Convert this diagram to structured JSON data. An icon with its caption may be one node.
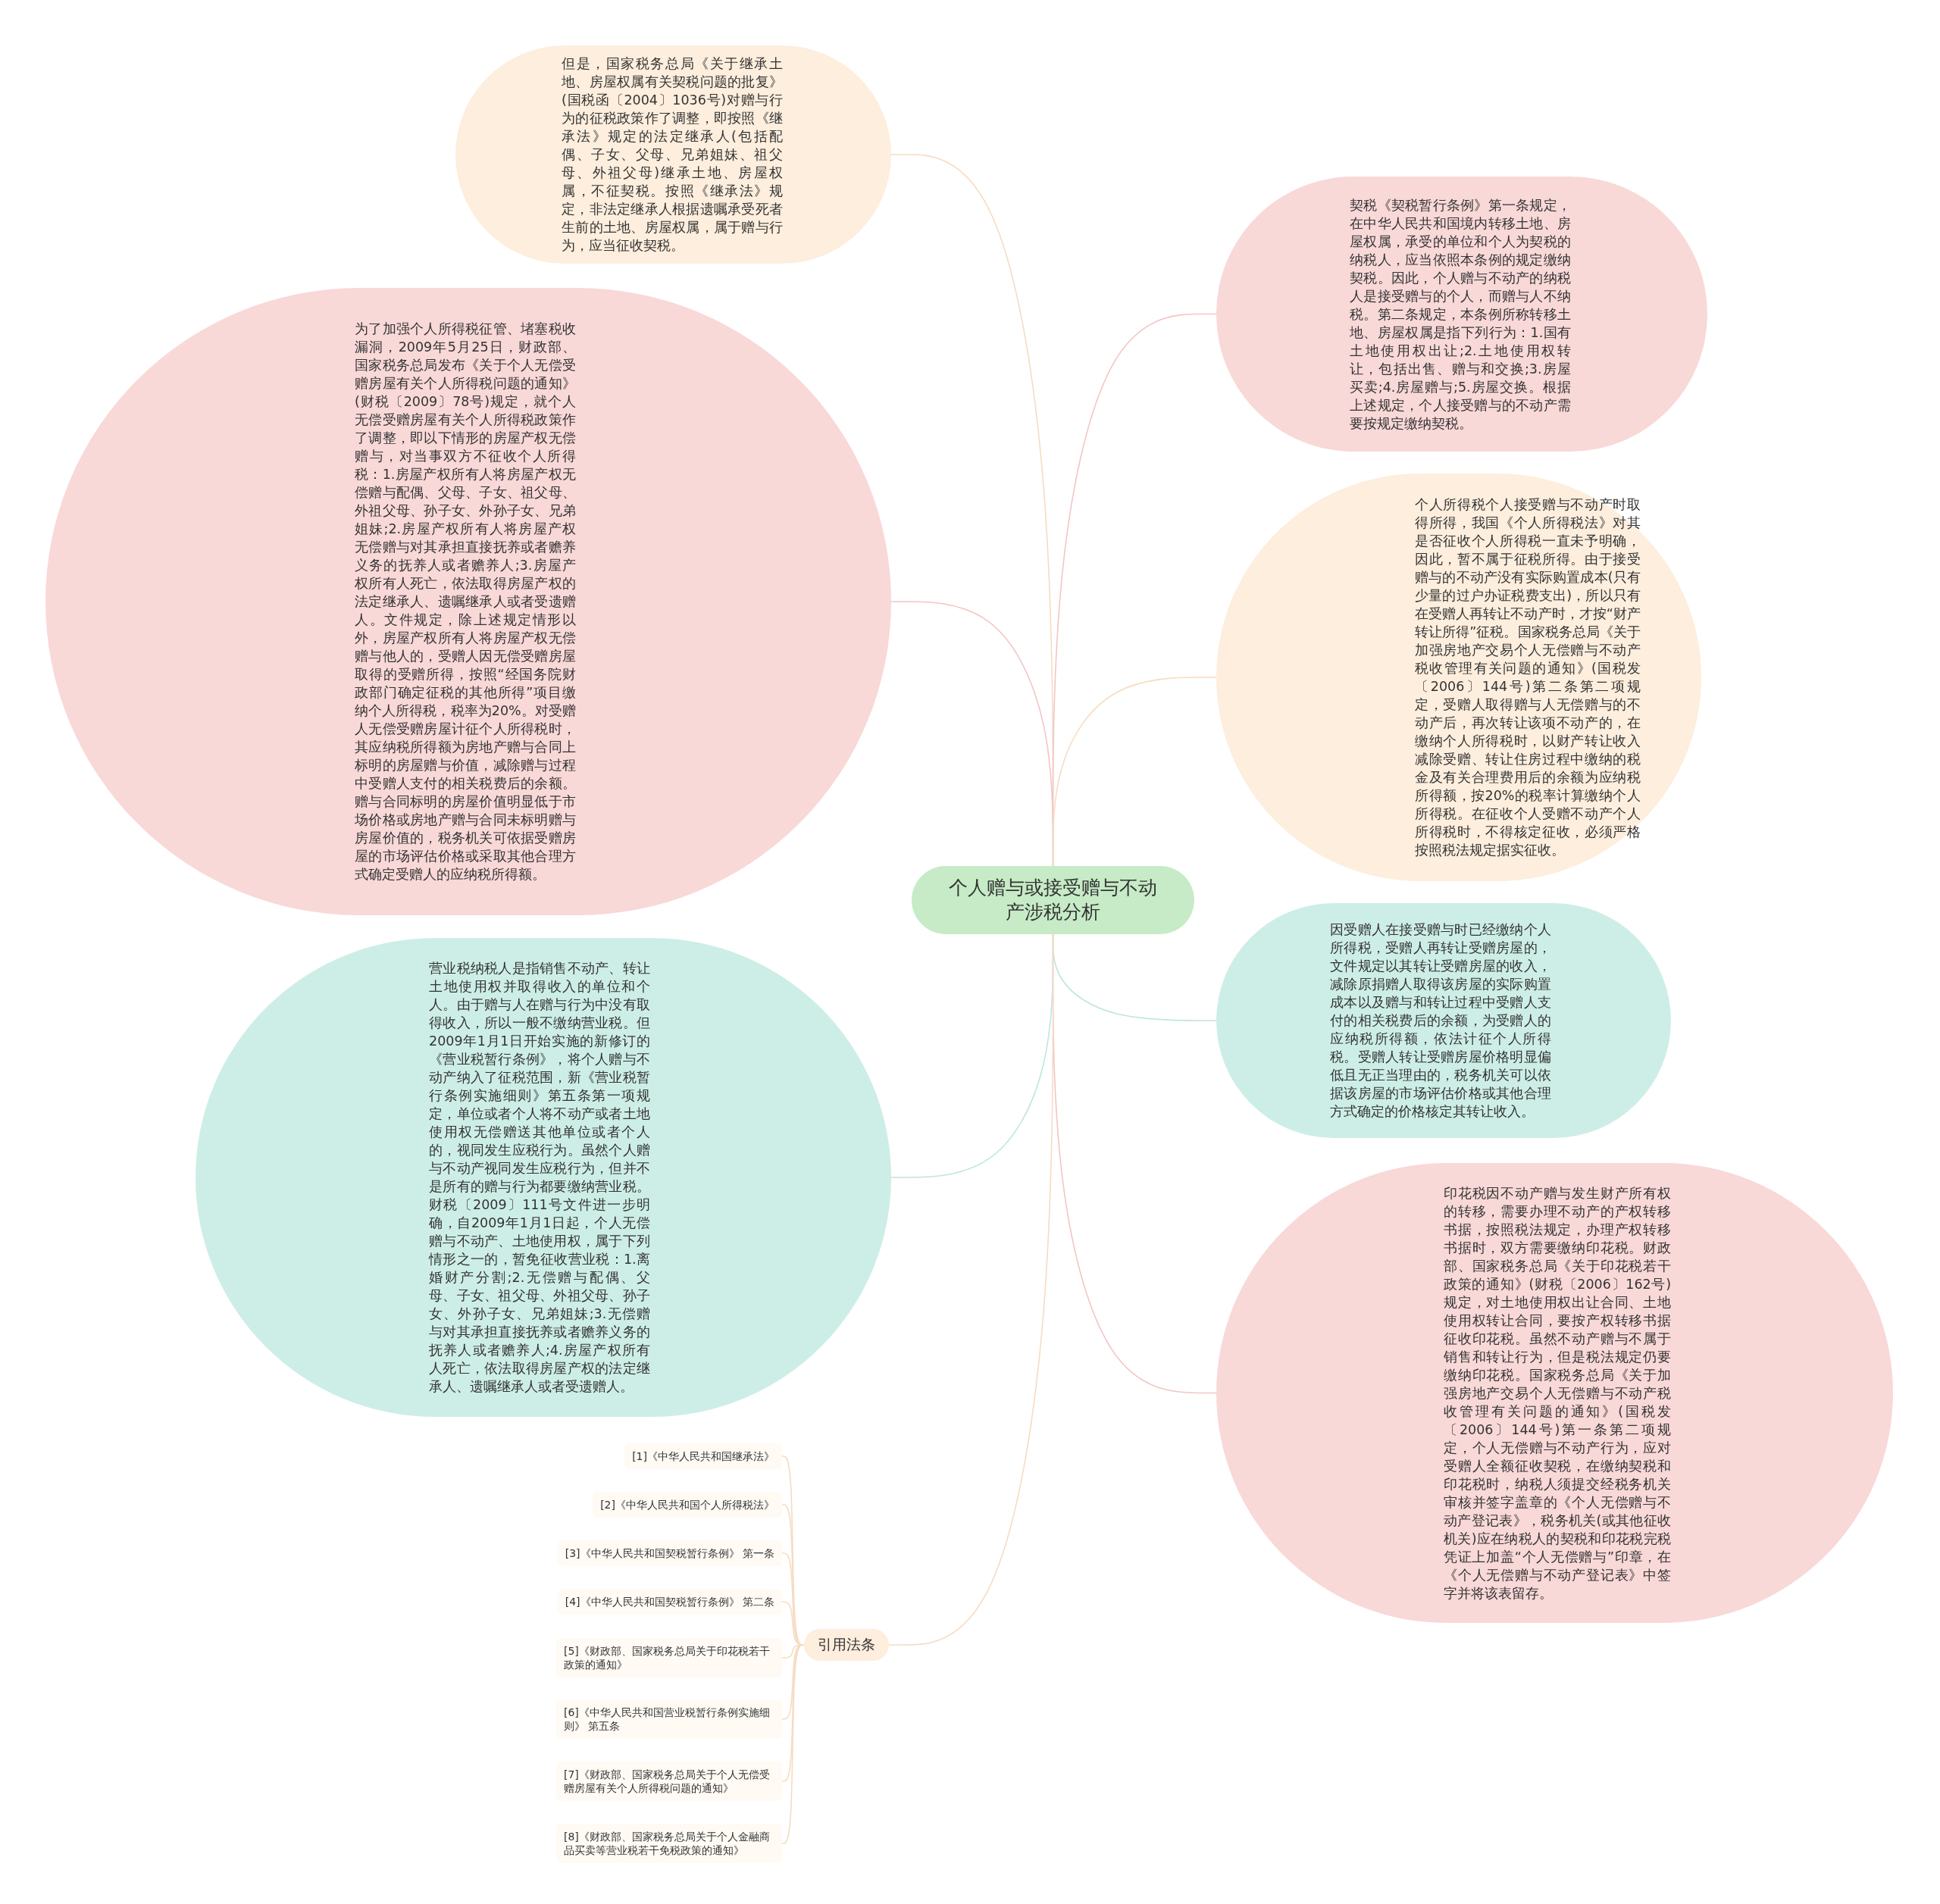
{
  "diagram": {
    "nodes": [
      {
        "text": [
          "个人赠与或接受赠与不动产涉税分析"
        ]
      },
      {
        "text": [
          "但是，国家税务总局《关于继承土地、房屋权属有关契税问题的批复》(国税函〔2004〕1036号)对赠与行为的征税政策作了调整，即按照《继承法》规定的法定继承人(包括配偶、子女、父母、兄弟姐妹、祖父母、外祖父母)继承土地、房屋权属，不征契税。按照《继承法》规定，非法定继承人根据遗嘱承受死者生前的土地、房屋权属，属于赠与行为，应当征收契税。"
        ]
      },
      {
        "text": [
          "为了加强个人所得税征管、堵塞税收漏洞，2009年5月25日，财政部、国家税务总局发布《关于个人无偿受赠房屋有关个人所得税问题的通知》(财税〔2009〕78号)规定，就个人无偿受赠房屋有关个人所得税政策作了调整，即以下情形的房屋产权无偿赠与，对当事双方不征收个人所得税：1.房屋产权所有人将房屋产权无偿赠与配偶、父母、子女、祖父母、外祖父母、孙子女、外孙子女、兄弟姐妹;2.房屋产权所有人将房屋产权无偿赠与对其承担直接抚养或者赡养义务的抚养人或者赡养人;3.房屋产权所有人死亡，依法取得房屋产权的法定继承人、遗嘱继承人或者受遗赠人。文件规定，除上述规定情形以外，房屋产权所有人将房屋产权无偿赠与他人的，受赠人因无偿受赠房屋取得的受赠所得，按照“经国务院财政部门确定征税的其他所得”项目缴纳个人所得税，税率为20%。对受赠人无偿受赠房屋计征个人所得税时，其应纳税所得额为房地产赠与合同上标明的房屋赠与价值，减除赠与过程中受赠人支付的相关税费后的余额。赠与合同标明的房屋价值明显低于市场价格或房地产赠与合同未标明赠与房屋价值的，税务机关可依据受赠房屋的市场评估价格或采取其他合理方式确定受赠人的应纳税所得额。"
        ]
      },
      {
        "text": [
          "营业税纳税人是指销售不动产、转让土地使用权并取得收入的单位和个人。由于赠与人在赠与行为中没有取得收入，所以一般不缴纳营业税。但2009年1月1日开始实施的新修订的《营业税暂行条例》，将个人赠与不动产纳入了征税范围，新《营业税暂行条例实施细则》第五条第一项规定，单位或者个人将不动产或者土地使用权无偿赠送其他单位或者个人的，视同发生应税行为。虽然个人赠与不动产视同发生应税行为，但并不是所有的赠与行为都要缴纳营业税。财税〔2009〕111号文件进一步明确，自2009年1月1日起，个人无偿赠与不动产、土地使用权，属于下列情形之一的，暂免征收营业税：1.离婚财产分割;2.无偿赠与配偶、父母、子女、祖父母、外祖父母、孙子女、外孙子女、兄弟姐妹;3.无偿赠与对其承担直接抚养或者赡养义务的抚养人或者赡养人;4.房屋产权所有人死亡，依法取得房屋产权的法定继承人、遗嘱继承人或者受遗赠人。"
        ]
      },
      {
        "text": [
          "契税《契税暂行条例》第一条规定，在中华人民共和国境内转移土地、房屋权属，承受的单位和个人为契税的纳税人，应当依照本条例的规定缴纳契税。因此，个人赠与不动产的纳税人是接受赠与的个人，而赠与人不纳税。第二条规定，本条例所称转移土地、房屋权属是指下列行为：1.国有土地使用权出让;2.土地使用权转让，包括出售、赠与和交换;3.房屋买卖;4.房屋赠与;5.房屋交换。根据上述规定，个人接受赠与的不动产需要按规定缴纳契税。"
        ]
      },
      {
        "text": [
          "个人所得税个人接受赠与不动产时取得所得，我国《个人所得税法》对其是否征收个人所得税一直未予明确，因此，暂不属于征税所得。由于接受赠与的不动产没有实际购置成本(只有少量的过户办证税费支出)，所以只有在受赠人再转让不动产时，才按“财产转让所得”征税。国家税务总局《关于加强房地产交易个人无偿赠与不动产税收管理有关问题的通知》(国税发〔2006〕144号)第二条第二项规定，受赠人取得赠与人无偿赠与的不动产后，再次转让该项不动产的，在缴纳个人所得税时，以财产转让收入减除受赠、转让住房过程中缴纳的税金及有关合理费用后的余额为应纳税所得额，按20%的税率计算缴纳个人所得税。在征收个人受赠不动产个人所得税时，不得核定征收，必须严格按照税法规定据实征收。"
        ]
      },
      {
        "text": [
          "因受赠人在接受赠与时已经缴纳个人所得税，受赠人再转让受赠房屋的，文件规定以其转让受赠房屋的收入，减除原捐赠人取得该房屋的实际购置成本以及赠与和转让过程中受赠人支付的相关税费后的余额，为受赠人的应纳税所得额，依法计征个人所得税。受赠人转让受赠房屋价格明显偏低且无正当理由的，税务机关可以依据该房屋的市场评估价格或其他合理方式确定的价格核定其转让收入。"
        ]
      },
      {
        "text": [
          "印花税因不动产赠与发生财产所有权的转移，需要办理不动产的产权转移书据，按照税法规定，办理产权转移书据时，双方需要缴纳印花税。财政部、国家税务总局《关于印花税若干政策的通知》(财税〔2006〕162号)规定，对土地使用权出让合同、土地使用权转让合同，要按产权转移书据征收印花税。虽然不动产赠与不属于销售和转让行为，但是税法规定仍要缴纳印花税。国家税务总局《关于加强房地产交易个人无偿赠与不动产税收管理有关问题的通知》(国税发〔2006〕144号)第一条第二项规定，个人无偿赠与不动产行为，应对受赠人全额征收契税，在缴纳契税和印花税时，纳税人须提交经税务机关审核并签字盖章的《个人无偿赠与不动产登记表》，税务机关(或其他征收机关)应在纳税人的契税和印花税完税凭证上加盖“个人无偿赠与”印章，在《个人无偿赠与不动产登记表》中签字并将该表留存。"
        ]
      },
      {
        "text": [
          "引用法条"
        ]
      },
      {
        "text": [
          "[1]《中华人民共和国继承法》"
        ]
      },
      {
        "text": [
          "[2]《中华人民共和国个人所得税法》"
        ]
      },
      {
        "text": [
          "[3]《中华人民共和国契税暂行条例》 第一条"
        ]
      },
      {
        "text": [
          "[4]《中华人民共和国契税暂行条例》 第二条"
        ]
      },
      {
        "text": [
          "[5]《财政部、国家税务总局关于印花税若干政策的通知》"
        ]
      },
      {
        "text": [
          "[6]《中华人民共和国营业税暂行条例实施细则》 第五条"
        ]
      },
      {
        "text": [
          "[7]《财政部、国家税务总局关于个人无偿受赠房屋有关个人所得税问题的通知》"
        ]
      },
      {
        "text": [
          "[8]《财政部、国家税务总局关于个人金融商品买卖等营业税若干免税政策的通知》"
        ]
      }
    ],
    "edges": [
      {
        "from": 0,
        "to": 1,
        "arrow": "none"
      },
      {
        "from": 0,
        "to": 2,
        "arrow": "none",
        "color": "#f2c6c6"
      },
      {
        "from": 0,
        "to": 3,
        "arrow": "none",
        "color": "#bfe6dc"
      },
      {
        "from": 0,
        "to": 4,
        "arrow": "none",
        "color": "#f2c6c6"
      },
      {
        "from": 0,
        "to": 5,
        "arrow": "none"
      },
      {
        "from": 0,
        "to": 6,
        "arrow": "none",
        "color": "#bfe6dc"
      },
      {
        "from": 0,
        "to": 7,
        "arrow": "none",
        "color": "#f2c6c6"
      },
      {
        "from": 0,
        "to": 8,
        "arrow": "none"
      },
      {
        "from": 8,
        "to": 9,
        "arrow": "none"
      },
      {
        "from": 8,
        "to": 10,
        "arrow": "none"
      },
      {
        "from": 8,
        "to": 11,
        "arrow": "none"
      },
      {
        "from": 8,
        "to": 12,
        "arrow": "none"
      },
      {
        "from": 8,
        "to": 13,
        "arrow": "none"
      },
      {
        "from": 8,
        "to": 14,
        "arrow": "none"
      },
      {
        "from": 8,
        "to": 15,
        "arrow": "none"
      },
      {
        "from": 8,
        "to": 16,
        "arrow": "none"
      }
    ]
  }
}
